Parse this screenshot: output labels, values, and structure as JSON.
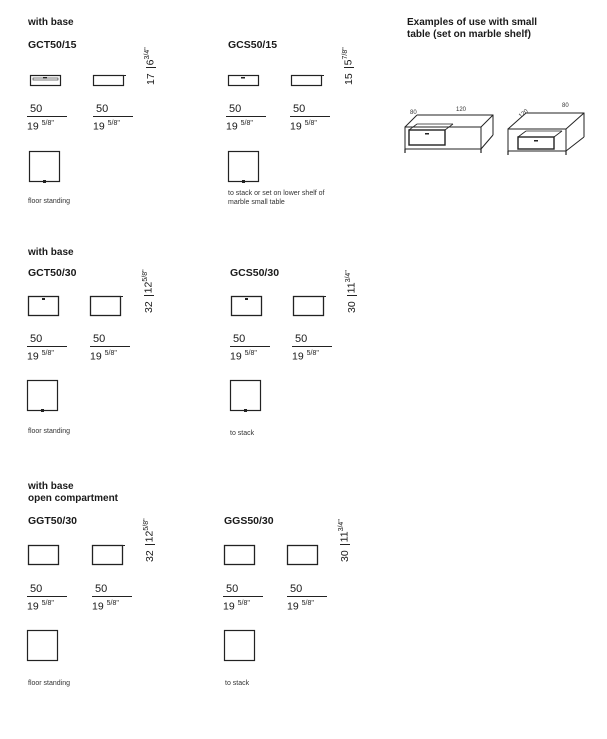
{
  "section1": {
    "header": "with base",
    "left_code": "GCT50/15",
    "right_code": "GCS50/15",
    "left_height": {
      "num": "17",
      "whole": "6",
      "frac": "3/4\""
    },
    "right_height": {
      "num": "15",
      "whole": "5",
      "frac": "7/8\""
    },
    "width_num": "50",
    "width_whole": "19",
    "width_frac": "5/8\"",
    "left_note": "floor standing",
    "right_note_line1": "to stack or set on lower shelf of",
    "right_note_line2": "marble small table"
  },
  "examples": {
    "title_line1": "Examples of use with small",
    "title_line2": "table (set on marble shelf)",
    "box1_depth": "80",
    "box1_width": "120",
    "box2_depth": "120",
    "box2_width": "80"
  },
  "section2": {
    "header": "with base",
    "left_code": "GCT50/30",
    "right_code": "GCS50/30",
    "left_height": {
      "num": "32",
      "whole": "12",
      "frac": "5/8\""
    },
    "right_height": {
      "num": "30",
      "whole": "11",
      "frac": "3/4\""
    },
    "width_num": "50",
    "width_whole": "19",
    "width_frac": "5/8\"",
    "left_note": "floor standing",
    "right_note": "to stack"
  },
  "section3": {
    "header_line1": "with base",
    "header_line2": "open compartment",
    "left_code": "GGT50/30",
    "right_code": "GGS50/30",
    "left_height": {
      "num": "32",
      "whole": "12",
      "frac": "5/8\""
    },
    "right_height": {
      "num": "30",
      "whole": "11",
      "frac": "3/4\""
    },
    "width_num": "50",
    "width_whole": "19",
    "width_frac": "5/8\"",
    "left_note": "floor standing",
    "right_note": "to stack"
  }
}
